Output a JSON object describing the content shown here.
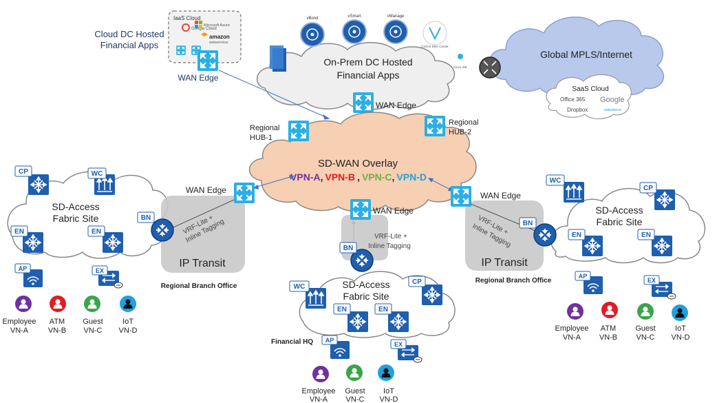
{
  "cloud_dc": {
    "iaas_label": "IaaS Cloud",
    "providers": [
      "Google Cloud",
      "Microsoft Azure",
      "amazon",
      "webservices"
    ],
    "title_line1": "Cloud DC Hosted",
    "title_line2": "Financial Apps",
    "wan_edge": "WAN Edge"
  },
  "onprem_dc": {
    "controllers": [
      "vBond",
      "vSmart",
      "vManage"
    ],
    "dna_label": "CISCO DNA Center",
    "ise_label": "Cisco ISE",
    "title_line1": "On-Prem DC Hosted",
    "title_line2": "Financial Apps",
    "wan_edge": "WAN Edge"
  },
  "global": {
    "title": "Global MPLS/Internet",
    "saas_title": "SaaS Cloud",
    "saas_apps": [
      "Office 365",
      "Google",
      "Dropbox",
      "salesforce"
    ]
  },
  "hubs": {
    "hub1_line1": "Regional",
    "hub1_line2": "HUB-1",
    "hub2_line1": "Regional",
    "hub2_line2": "HUB-2"
  },
  "overlay": {
    "title": "SD-WAN Overlay",
    "vpns": [
      {
        "label": "VPN-A",
        "color": "#7030a0"
      },
      {
        "label": "VPN-B",
        "color": "#e31b23"
      },
      {
        "label": "VPN-C",
        "color": "#70ad47"
      },
      {
        "label": "VPN-D",
        "color": "#1fa1e0"
      }
    ],
    "separator": ","
  },
  "transit": {
    "vrf_line1": "VRF-Lite +",
    "vrf_line2": "Inline Tagging",
    "ip_transit": "IP Transit"
  },
  "left_site": {
    "wan_edge": "WAN Edge",
    "fabric_line1": "SD-Access",
    "fabric_line2": "Fabric Site",
    "cp": "CP",
    "wc": "WC",
    "en1": "EN",
    "en2": "EN",
    "bn": "BN",
    "ap": "AP",
    "ex": "EX",
    "office_label": "Regional Branch Office"
  },
  "right_site": {
    "wan_edge": "WAN Edge",
    "fabric_line1": "SD-Access",
    "fabric_line2": "Fabric Site",
    "cp": "CP",
    "wc": "WC",
    "en1": "EN",
    "en2": "EN",
    "bn": "BN",
    "ap": "AP",
    "ex": "EX",
    "office_label": "Regional Branch Office"
  },
  "hq_site": {
    "wan_edge": "WAN Edge",
    "fabric_line1": "SD-Access",
    "fabric_line2": "Fabric Site",
    "cp": "CP",
    "wc": "WC",
    "en1": "EN",
    "en2": "EN",
    "bn": "BN",
    "ap": "AP",
    "ex": "EX",
    "office_label": "Financial HQ"
  },
  "users_branch": [
    {
      "name": "Employee",
      "vn": "VN-A",
      "color": "#7030a0"
    },
    {
      "name": "ATM",
      "vn": "VN-B",
      "color": "#e31b23"
    },
    {
      "name": "Guest",
      "vn": "VN-C",
      "color": "#3aa54a"
    },
    {
      "name": "IoT",
      "vn": "VN-D",
      "color": "#1fa1e0"
    }
  ],
  "users_hq": [
    {
      "name": "Employee",
      "vn": "VN-A",
      "color": "#7030a0"
    },
    {
      "name": "Guest",
      "vn": "VN-C",
      "color": "#3aa54a"
    },
    {
      "name": "IoT",
      "vn": "VN-D",
      "color": "#1fa1e0"
    }
  ],
  "colors": {
    "device": "#1f5fae",
    "cyan_router": "#2ab0e4",
    "overlay_fill": "#f7cfb2",
    "mpls_fill": "#b8c9ec",
    "transit_fill": "#c9c9c9",
    "link": "#4472c4"
  }
}
